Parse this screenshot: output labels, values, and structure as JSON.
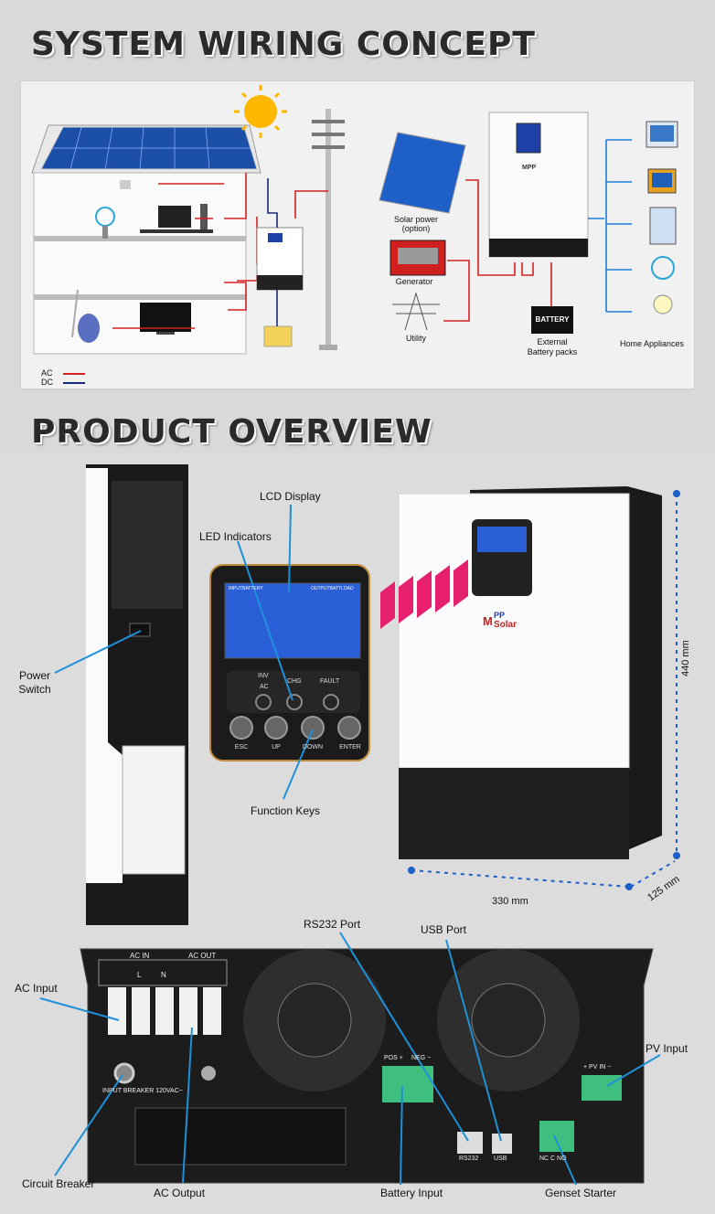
{
  "sections": {
    "wiring_title": "SYSTEM WIRING CONCEPT",
    "overview_title": "PRODUCT OVERVIEW"
  },
  "wiring": {
    "solar_power": "Solar power",
    "solar_power_note": "(option)",
    "generator": "Generator",
    "utility": "Utility",
    "battery_badge": "BATTERY",
    "external_battery": "External",
    "external_battery2": "Battery packs",
    "home_appliances": "Home Appliances",
    "legend_ac": "AC",
    "legend_dc": "DC",
    "legend_ac_color": "#d42020",
    "legend_dc_color": "#1a2a7a"
  },
  "overview": {
    "lcd_display": "LCD Display",
    "led_indicators": "LED Indicators",
    "power_switch": "Power",
    "power_switch2": "Switch",
    "function_keys": "Function Keys",
    "dim_height": "440 mm",
    "dim_width": "330 mm",
    "dim_depth": "125 mm",
    "brand": "Solar",
    "brand_prefix": "M",
    "brand_pp": "PP",
    "lcd_top_left": "INPUTBATTERY",
    "lcd_top_right": "OUTPUTBATTLOAD",
    "led_inv": "INV",
    "led_ac": "AC",
    "led_chg": "CHG",
    "led_fault": "FAULT",
    "key_esc": "ESC",
    "key_up": "UP",
    "key_down": "DOWN",
    "key_enter": "ENTER"
  },
  "bottom": {
    "rs232_port": "RS232 Port",
    "usb_port": "USB Port",
    "ac_input": "AC Input",
    "pv_input": "PV Input",
    "circuit_breaker": "Circuit Breaker",
    "ac_output": "AC Output",
    "battery_input": "Battery Input",
    "genset_starter": "Genset Starter",
    "panel_ac_in": "AC IN",
    "panel_ac_out": "AC OUT",
    "panel_l": "L",
    "panel_n": "N",
    "panel_breaker": "INPUT BREAKER 120VAC~",
    "panel_pos": "POS +",
    "panel_neg": "NEG −",
    "panel_pv": "+ PV IN −",
    "panel_rs232": "RS232",
    "panel_usb": "USB",
    "panel_nc": "NC C NO"
  },
  "colors": {
    "accent_blue": "#1e90d8",
    "lcd_blue": "#2b5fd8",
    "terminal_green": "#3fbf7f",
    "chassis": "#1c1c1c",
    "arrow_pink": "#e6206e"
  }
}
